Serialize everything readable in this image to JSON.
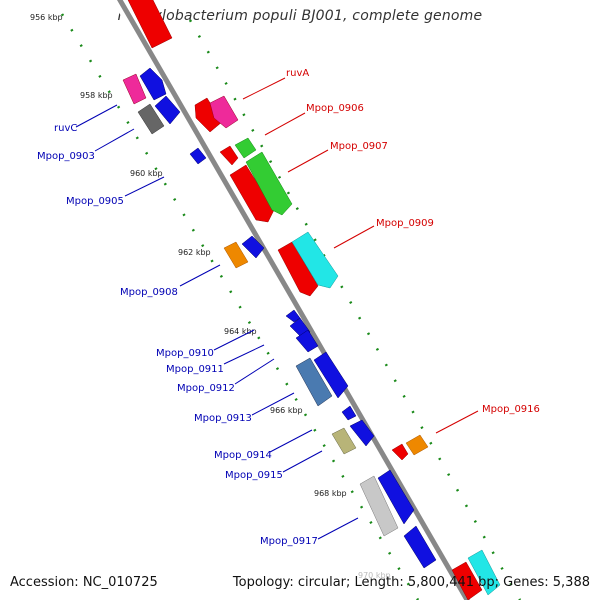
{
  "title": "Methylobacterium populi BJ001, complete genome",
  "footer": {
    "accession": "Accession: NC_010725",
    "topology": "Topology: circular; Length: 5,800,441 bp; Genes: 5,388"
  },
  "ticks": [
    "956 kbp",
    "958 kbp",
    "960 kbp",
    "962 kbp",
    "964 kbp",
    "966 kbp",
    "968 kbp",
    "970 kbp"
  ],
  "labels_forward": [
    "ruvA",
    "Mpop_0906",
    "Mpop_0907",
    "Mpop_0909",
    "Mpop_0916"
  ],
  "labels_reverse": [
    "ruvC",
    "Mpop_0903",
    "Mpop_0905",
    "Mpop_0908",
    "Mpop_0910",
    "Mpop_0911",
    "Mpop_0912",
    "Mpop_0913",
    "Mpop_0914",
    "Mpop_0915",
    "Mpop_0917"
  ],
  "colors": {
    "forward_label": "#d40000",
    "reverse_label": "#0000b4",
    "backbone": "#888888",
    "tick_dots": "#1a8a1a",
    "red": "#ee0000",
    "pink": "#ee2a9a",
    "green": "#33cc33",
    "cyan": "#22e6e6",
    "blue": "#1010e0",
    "gray": "#666666",
    "orange": "#ee8800",
    "steelblue": "#4a7ab0",
    "khaki": "#b8b478",
    "silver": "#c8c8c8"
  }
}
